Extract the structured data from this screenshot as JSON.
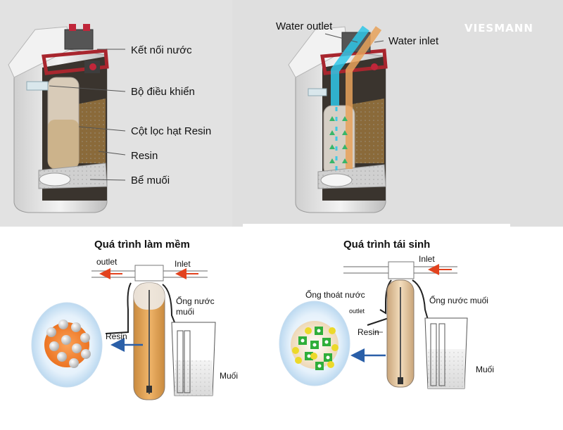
{
  "top_left": {
    "labels": {
      "connection": "Kết nối nước",
      "controller": "Bộ điều khiển",
      "column": "Cột lọc hạt Resin",
      "resin": "Resin",
      "salt_tank": "Bể muối"
    }
  },
  "top_right": {
    "water_outlet": "Water outlet",
    "water_inlet": "Water inlet",
    "brand": "VIESMANN"
  },
  "softening": {
    "title": "Quá trình làm mềm",
    "outlet": "outlet",
    "inlet": "Inlet",
    "brine_pipe_line1": "Ống nước",
    "brine_pipe_line2": "muối",
    "resin": "Resin",
    "salt": "Muối"
  },
  "regeneration": {
    "title": "Quá trình tái sinh",
    "inlet": "Inlet",
    "drain_pipe": "Ống thoát nước",
    "outlet_small": "outlet",
    "brine_pipe": "Ống nước muối",
    "resin": "Resin",
    "salt": "Muối"
  },
  "colors": {
    "gray_bg": "#e2e2e2",
    "accent_red": "#a8262e",
    "resin_orange": "#e0a35a",
    "arrow_blue": "#2a5fa8",
    "flow_red": "#e2421e",
    "bubble_blue": "#dfeefa",
    "ion_green": "#2fae3a",
    "ion_yellow": "#ecd92a",
    "outlet_cyan": "#2fc7e8",
    "inlet_orange": "#e7a25a"
  }
}
